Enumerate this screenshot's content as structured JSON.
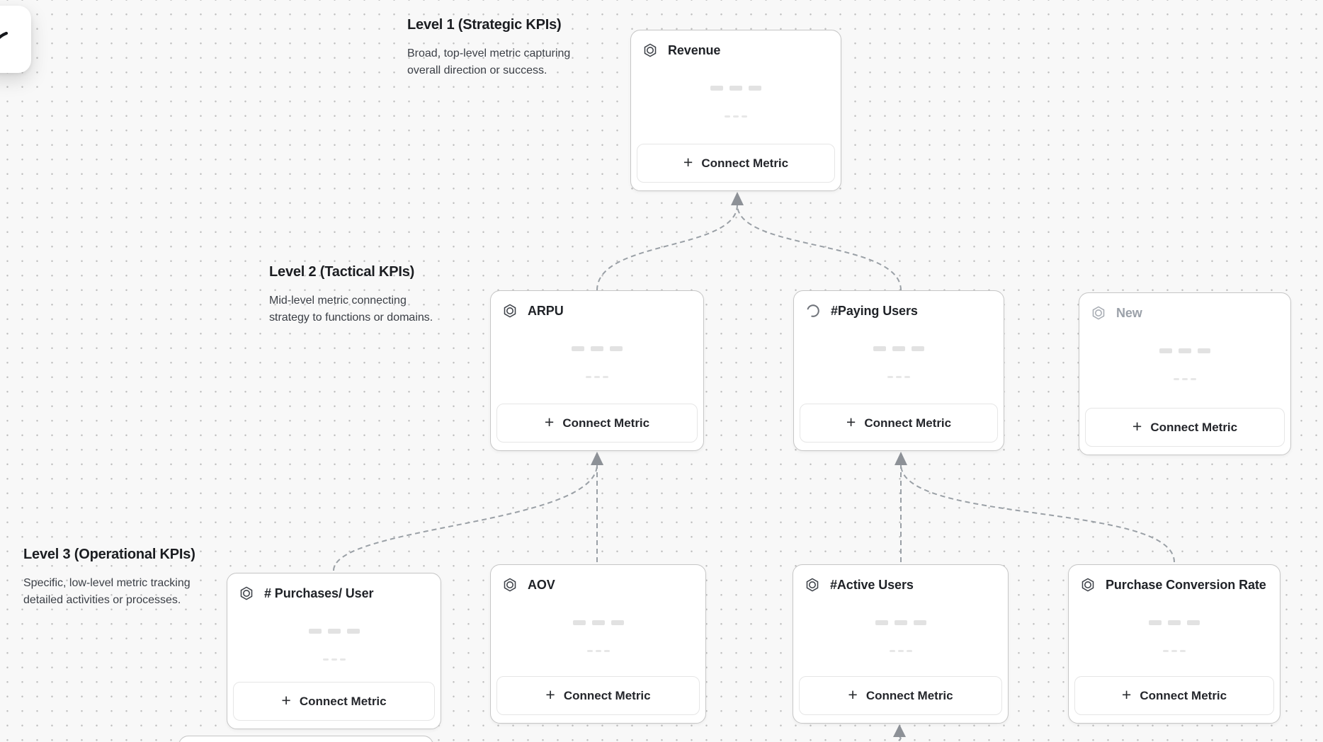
{
  "canvas": {
    "background": "#f8f8f8",
    "dot_color": "#bfbfbf",
    "connector_color": "#9aa0a6",
    "arrowhead_color": "#8d9197"
  },
  "floating_toolbar": {
    "icon": "cursor-icon"
  },
  "levels": [
    {
      "title": "Level 1 (Strategic KPIs)",
      "desc_line1": "Broad, top-level metric capturing",
      "desc_line2": "overall direction or success."
    },
    {
      "title": "Level 2 (Tactical KPIs)",
      "desc_line1": "Mid-level metric connecting",
      "desc_line2": "strategy to functions or domains."
    },
    {
      "title": "Level 3 (Operational KPIs)",
      "desc_line1": "Specific, low-level metric tracking",
      "desc_line2": "detailed activities or processes."
    }
  ],
  "connect_button": {
    "plus": "+",
    "label": "Connect Metric"
  },
  "cards": [
    {
      "title": "Revenue",
      "icon": "hexagon-metric-icon",
      "level": 1
    },
    {
      "title": "ARPU",
      "icon": "hexagon-metric-icon",
      "level": 2
    },
    {
      "title": "#Paying Users",
      "icon": "spinner-icon",
      "level": 2
    },
    {
      "title": "New",
      "icon": "hexagon-metric-icon",
      "level": 2,
      "placeholder": true
    },
    {
      "title": "# Purchases/ User",
      "icon": "hexagon-metric-icon",
      "level": 3
    },
    {
      "title": "AOV",
      "icon": "hexagon-metric-icon",
      "level": 3
    },
    {
      "title": "#Active Users",
      "icon": "hexagon-metric-icon",
      "level": 3
    },
    {
      "title": "Purchase Conversion Rate",
      "icon": "hexagon-metric-icon",
      "level": 3
    }
  ]
}
